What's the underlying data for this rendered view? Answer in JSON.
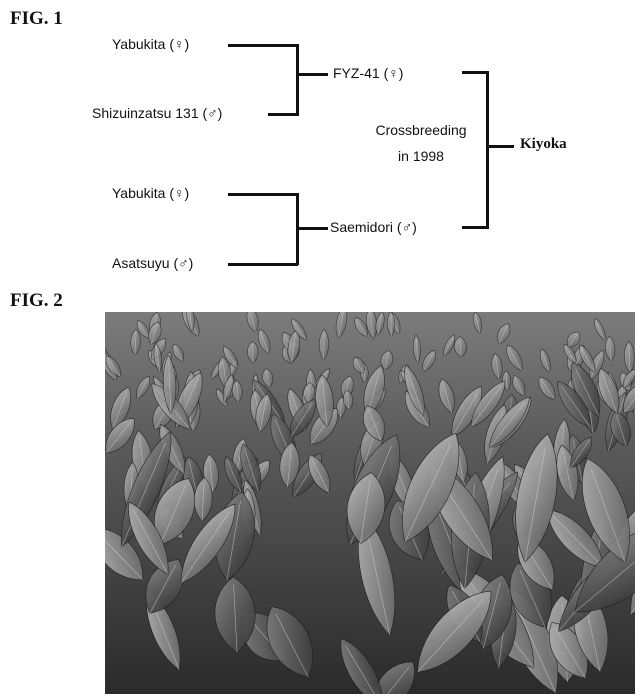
{
  "fig1": {
    "label": "FIG. 1",
    "parent_a1": "Yabukita (♀)",
    "parent_a2": "Shizuinzatsu 131 (♂)",
    "cross_a": "FYZ-41 (♀)",
    "parent_b1": "Yabukita (♀)",
    "parent_b2": "Asatsuyu (♂)",
    "cross_b": "Saemidori (♂)",
    "note_line1": "Crossbreeding",
    "note_line2": "in 1998",
    "result": "Kiyoka"
  },
  "fig2": {
    "label": "FIG. 2"
  },
  "colors": {
    "ink": "#111111",
    "background": "#ffffff"
  }
}
